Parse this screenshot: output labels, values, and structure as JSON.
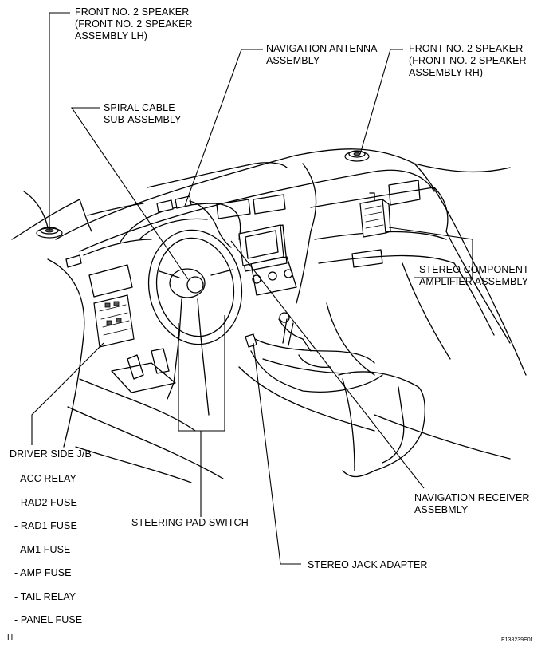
{
  "labels": {
    "front_speaker_lh": [
      "FRONT NO. 2 SPEAKER",
      "(FRONT NO. 2 SPEAKER",
      "ASSEMBLY LH)"
    ],
    "navigation_antenna": [
      "NAVIGATION ANTENNA",
      "ASSEMBLY"
    ],
    "front_speaker_rh": [
      "FRONT NO. 2 SPEAKER",
      "(FRONT NO. 2 SPEAKER",
      "ASSEMBLY RH)"
    ],
    "spiral_cable": [
      "SPIRAL CABLE",
      "SUB-ASSEMBLY"
    ],
    "stereo_amplifier": [
      "STEREO COMPONENT",
      "AMPLIFIER ASSEMBLY"
    ],
    "driver_side_jb": "DRIVER SIDE J/B",
    "jb_items": [
      "- ACC RELAY",
      "- RAD2 FUSE",
      "- RAD1 FUSE",
      "- AM1 FUSE",
      "- AMP FUSE",
      "- TAIL RELAY",
      "- PANEL FUSE"
    ],
    "steering_pad_switch": "STEERING PAD SWITCH",
    "navigation_receiver": [
      "NAVIGATION RECEIVER",
      "ASSEBMLY"
    ],
    "stereo_jack_adapter": "STEREO JACK ADAPTER"
  },
  "corner_mark": "H",
  "figure_code": "E138239E01"
}
